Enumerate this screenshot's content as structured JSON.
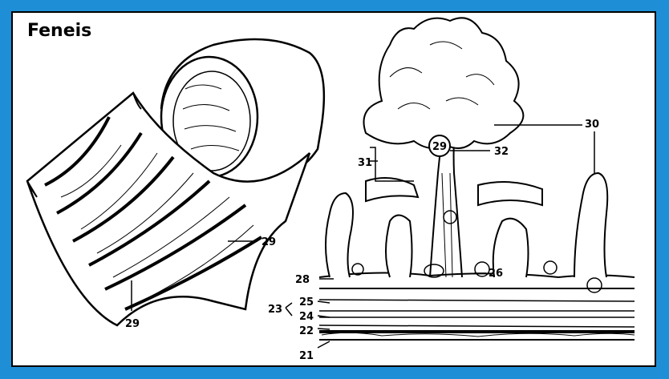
{
  "title": "Feneis",
  "colors": {
    "background": "#1e8fd6",
    "card": "#ffffff",
    "ink": "#000000"
  },
  "labels": {
    "l29_left": "29",
    "l29_bottom": "29",
    "l29_center": "29",
    "l30": "30",
    "l31": "31",
    "l32": "32",
    "l28": "28",
    "l26": "26",
    "l25": "25",
    "l24": "24",
    "l23": "23",
    "l22": "22",
    "l21": "21"
  }
}
